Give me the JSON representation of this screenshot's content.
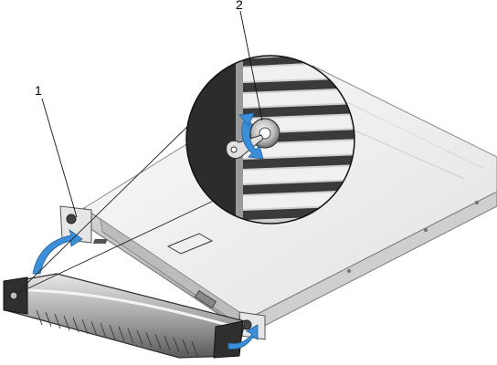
{
  "callouts": [
    {
      "id": 1,
      "label": "1"
    },
    {
      "id": 2,
      "label": "2"
    }
  ],
  "colors": {
    "chassis_top": "#f2f2f2",
    "chassis_edge": "#bdbdbd",
    "rail": "#e6e6e6",
    "bezel_dark": "#3a3a3a",
    "bezel_mid": "#9a9a9a",
    "bezel_light": "#dcdcdc",
    "arrow": "#3b8fd8",
    "outline": "#333333"
  }
}
